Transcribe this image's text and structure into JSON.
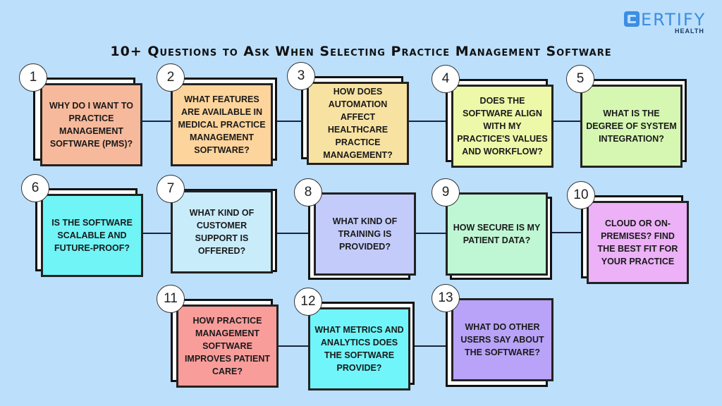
{
  "title": "10+ Questions to Ask When Selecting Practice Management Software",
  "logo": {
    "main": "ERTIFY",
    "sub": "HEALTH",
    "color": "#3c8de3"
  },
  "cards": [
    {
      "n": "1",
      "text": "WHY DO I WANT TO PRACTICE MANAGEMENT SOFTWARE (PMS)?",
      "color": "#f7b99b"
    },
    {
      "n": "2",
      "text": "WHAT FEATURES ARE AVAILABLE IN MEDICAL PRACTICE MANAGEMENT SOFTWARE?",
      "color": "#fdd49b"
    },
    {
      "n": "3",
      "text": "HOW DOES AUTOMATION AFFECT HEALTHCARE PRACTICE MANAGEMENT?",
      "color": "#f7e2a2"
    },
    {
      "n": "4",
      "text": "DOES THE SOFTWARE ALIGN WITH MY PRACTICE'S VALUES AND WORKFLOW?",
      "color": "#eef8a9"
    },
    {
      "n": "5",
      "text": "WHAT IS THE DEGREE OF SYSTEM INTEGRATION?",
      "color": "#d5f7b2"
    },
    {
      "n": "6",
      "text": "IS THE SOFTWARE SCALABLE AND FUTURE-PROOF?",
      "color": "#70f4f6"
    },
    {
      "n": "7",
      "text": "WHAT KIND OF CUSTOMER SUPPORT IS OFFERED?",
      "color": "#c9ecfb"
    },
    {
      "n": "8",
      "text": "WHAT KIND OF TRAINING IS PROVIDED?",
      "color": "#c3cbfb"
    },
    {
      "n": "9",
      "text": "HOW SECURE IS MY PATIENT DATA?",
      "color": "#bff7d4"
    },
    {
      "n": "10",
      "text": "CLOUD OR ON-PREMISES? FIND THE BEST FIT FOR YOUR PRACTICE",
      "color": "#ecb1f7"
    },
    {
      "n": "11",
      "text": "HOW PRACTICE MANAGEMENT SOFTWARE IMPROVES PATIENT CARE?",
      "color": "#f99d9b"
    },
    {
      "n": "12",
      "text": "WHAT METRICS AND ANALYTICS DOES THE SOFTWARE PROVIDE?",
      "color": "#70f6fa"
    },
    {
      "n": "13",
      "text": "WHAT DO OTHER USERS SAY ABOUT THE SOFTWARE?",
      "color": "#b9a3f8"
    }
  ]
}
